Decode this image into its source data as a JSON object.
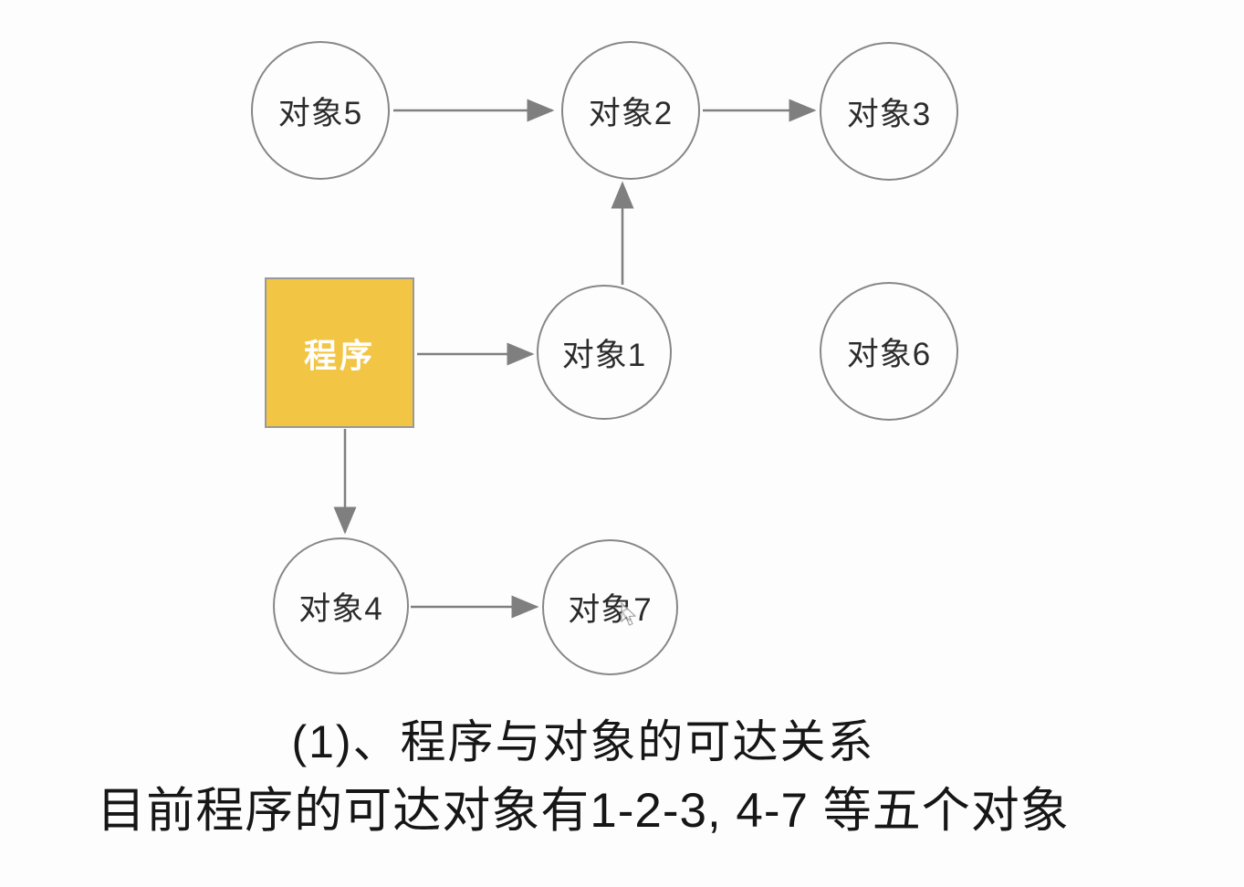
{
  "diagram": {
    "program": {
      "label": "程序"
    },
    "objects": [
      {
        "id": "object5",
        "label": "对象5"
      },
      {
        "id": "object2",
        "label": "对象2"
      },
      {
        "id": "object3",
        "label": "对象3"
      },
      {
        "id": "object1",
        "label": "对象1"
      },
      {
        "id": "object6",
        "label": "对象6"
      },
      {
        "id": "object4",
        "label": "对象4"
      },
      {
        "id": "object7",
        "label": "对象7"
      }
    ],
    "edges": [
      {
        "from": "对象5",
        "to": "对象2"
      },
      {
        "from": "对象2",
        "to": "对象3"
      },
      {
        "from": "对象1",
        "to": "对象2"
      },
      {
        "from": "程序",
        "to": "对象1"
      },
      {
        "from": "程序",
        "to": "对象4"
      },
      {
        "from": "对象4",
        "to": "对象7"
      }
    ]
  },
  "caption": {
    "line1": "(1)、程序与对象的可达关系",
    "line2": "目前程序的可达对象有1-2-3, 4-7 等五个对象"
  },
  "colors": {
    "background": "#fdfdfd",
    "program_fill": "#f2c544",
    "program_border": "#999999",
    "node_border": "#878787",
    "arrow": "#7f7f7f",
    "node_text": "#2b2b2b",
    "program_text": "#ffffff",
    "caption_text": "#161616"
  }
}
